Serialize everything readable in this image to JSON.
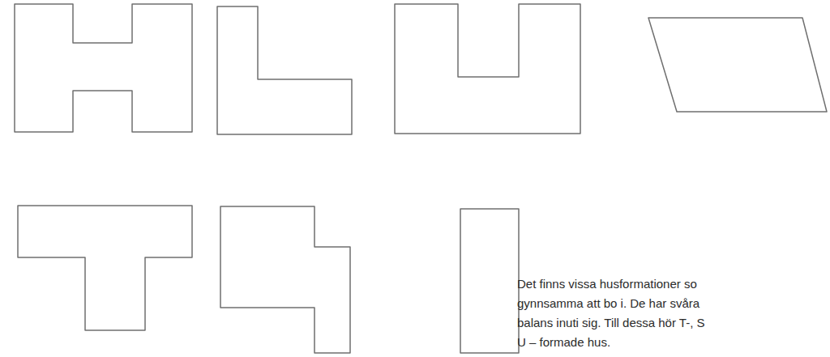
{
  "diagram": {
    "labels": [
      "Det finns vissa husformationer so",
      "gynnsamma att bo i. De har svåra",
      "balans inuti sig. Till dessa hör T-, S",
      "U – formade hus."
    ]
  }
}
